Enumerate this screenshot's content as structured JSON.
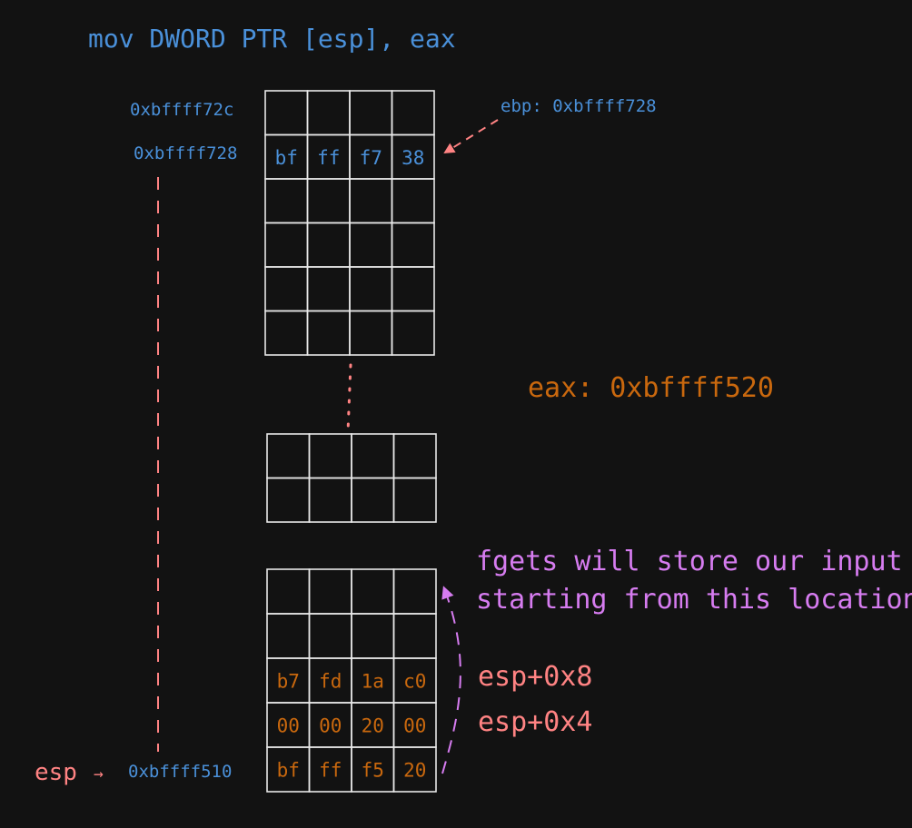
{
  "instruction": "mov DWORD PTR [esp], eax",
  "ebp_label": "ebp: 0xbffff728",
  "eax_label": "eax: 0xbffff520",
  "esp_label": "esp",
  "esp_arrow": "→",
  "addresses": {
    "top": "0xbffff72c",
    "ebp": "0xbffff728",
    "esp": "0xbffff510"
  },
  "note_lines": [
    "fgets will store our input",
    "starting from this location"
  ],
  "offsets": {
    "plus8": "esp+0x8",
    "plus4": "esp+0x4"
  },
  "stack_top_rows": [
    [
      "",
      "",
      "",
      ""
    ],
    [
      "bf",
      "ff",
      "f7",
      "38"
    ],
    [
      "",
      "",
      "",
      ""
    ],
    [
      "",
      "",
      "",
      ""
    ],
    [
      "",
      "",
      "",
      ""
    ],
    [
      "",
      "",
      "",
      ""
    ]
  ],
  "stack_mid_rows": [
    [
      "",
      "",
      "",
      ""
    ],
    [
      "",
      "",
      "",
      ""
    ]
  ],
  "stack_bottom_rows": [
    [
      "",
      "",
      "",
      ""
    ],
    [
      "",
      "",
      "",
      ""
    ],
    [
      "b7",
      "fd",
      "1a",
      "c0"
    ],
    [
      "00",
      "00",
      "20",
      "00"
    ],
    [
      "bf",
      "ff",
      "f5",
      "20"
    ]
  ],
  "colors": {
    "background": "#121212",
    "grid": "#e8e8e8",
    "blue": "#4a90d9",
    "orange": "#c9680e",
    "salmon": "#ff8383",
    "violet": "#d67cf0"
  }
}
